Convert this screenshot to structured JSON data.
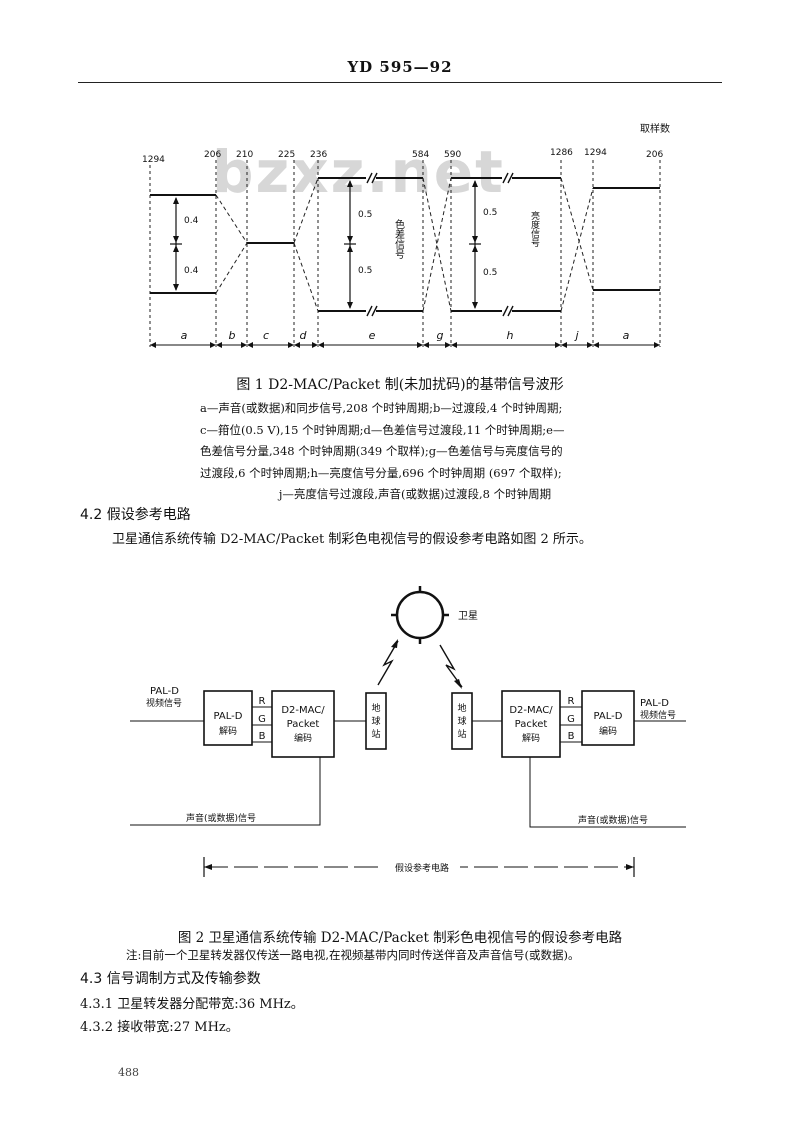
{
  "header": {
    "title": "YD 595—92"
  },
  "watermark": "bzxz.net",
  "figure1": {
    "unit_label": "取样数",
    "ticks": [
      "1294",
      "206",
      "210",
      "225",
      "236",
      "584",
      "590",
      "1286",
      "1294",
      "206"
    ],
    "amp_labels": [
      "0.4",
      "0.4",
      "0.5",
      "0.5",
      "0.5",
      "0.5"
    ],
    "chroma_label": "色差信号",
    "luma_label": "亮度信号",
    "segments": [
      "a",
      "b",
      "c",
      "d",
      "e",
      "g",
      "h",
      "j",
      "a"
    ],
    "caption": "图 1  D2-MAC/Packet 制(未加扰码)的基带信号波形",
    "legend_lines": [
      "a—声音(或数据)和同步信号,208 个时钟周期;b—过渡段,4 个时钟周期;",
      "c—箝位(0.5 V),15 个时钟周期;d—色差信号过渡段,11 个时钟周期;e—",
      "色差信号分量,348 个时钟周期(349 个取样);g—色差信号与亮度信号的",
      "过渡段,6 个时钟周期;h—亮度信号分量,696 个时钟周期 (697 个取样);",
      "j—亮度信号过渡段,声音(或数据)过渡段,8 个时钟周期"
    ]
  },
  "section_4_2": {
    "heading": "4.2  假设参考电路",
    "text": "卫星通信系统传输 D2-MAC/Packet 制彩色电视信号的假设参考电路如图 2 所示。"
  },
  "figure2": {
    "satellite": "卫星",
    "input_line1": "PAL-D",
    "input_line2": "视频信号",
    "decoder_line1": "PAL-D",
    "decoder_line2": "解码",
    "rgb": [
      "R",
      "G",
      "B"
    ],
    "encoder_line1": "D2-MAC/",
    "encoder_line2": "Packet",
    "encoder_line3": "编码",
    "earth_station": [
      "地",
      "球",
      "站"
    ],
    "mac_decoder_line1": "D2-MAC/",
    "mac_decoder_line2": "Packet",
    "mac_decoder_line3": "解码",
    "pal_encoder_line1": "PAL-D",
    "pal_encoder_line2": "编码",
    "output_line1": "PAL-D",
    "output_line2": "视频信号",
    "audio_left": "声音(或数据)信号",
    "audio_right": "声音(或数据)信号",
    "span_label": "假设参考电路",
    "caption": "图 2  卫星通信系统传输 D2-MAC/Packet 制彩色电视信号的假设参考电路",
    "note": "注:目前一个卫星转发器仅传送一路电视,在视频基带内同时传送伴音及声音信号(或数据)。"
  },
  "section_4_3": {
    "heading": "4.3  信号调制方式及传输参数",
    "item1": "4.3.1  卫星转发器分配带宽:36 MHz。",
    "item2": "4.3.2  接收带宽:27 MHz。"
  },
  "page_number": "488"
}
